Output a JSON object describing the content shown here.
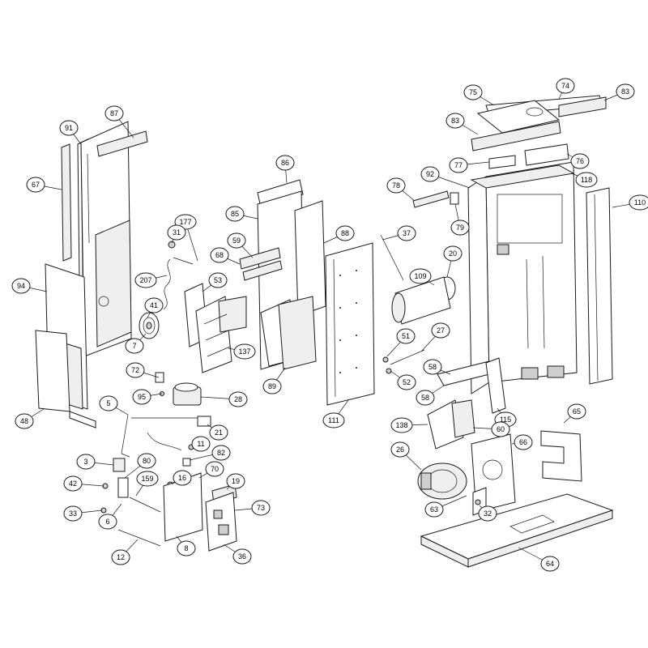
{
  "callouts": [
    {
      "label": "87"
    },
    {
      "label": "91"
    },
    {
      "label": "67"
    },
    {
      "label": "94"
    },
    {
      "label": "48"
    },
    {
      "label": "177"
    },
    {
      "label": "31"
    },
    {
      "label": "207"
    },
    {
      "label": "53"
    },
    {
      "label": "41"
    },
    {
      "label": "7"
    },
    {
      "label": "137"
    },
    {
      "label": "72"
    },
    {
      "label": "95"
    },
    {
      "label": "28"
    },
    {
      "label": "86"
    },
    {
      "label": "85"
    },
    {
      "label": "59"
    },
    {
      "label": "68"
    },
    {
      "label": "88"
    },
    {
      "label": "89"
    },
    {
      "label": "111"
    },
    {
      "label": "5"
    },
    {
      "label": "21"
    },
    {
      "label": "11"
    },
    {
      "label": "82"
    },
    {
      "label": "3"
    },
    {
      "label": "80"
    },
    {
      "label": "70"
    },
    {
      "label": "42"
    },
    {
      "label": "159"
    },
    {
      "label": "16"
    },
    {
      "label": "19"
    },
    {
      "label": "33"
    },
    {
      "label": "6"
    },
    {
      "label": "73"
    },
    {
      "label": "12"
    },
    {
      "label": "8"
    },
    {
      "label": "36"
    },
    {
      "label": "75"
    },
    {
      "label": "74"
    },
    {
      "label": "83"
    },
    {
      "label": "83"
    },
    {
      "label": "77"
    },
    {
      "label": "76"
    },
    {
      "label": "92"
    },
    {
      "label": "118"
    },
    {
      "label": "110"
    },
    {
      "label": "78"
    },
    {
      "label": "79"
    },
    {
      "label": "37"
    },
    {
      "label": "20"
    },
    {
      "label": "109"
    },
    {
      "label": "51"
    },
    {
      "label": "27"
    },
    {
      "label": "52"
    },
    {
      "label": "58"
    },
    {
      "label": "58"
    },
    {
      "label": "115"
    },
    {
      "label": "65"
    },
    {
      "label": "138"
    },
    {
      "label": "60"
    },
    {
      "label": "26"
    },
    {
      "label": "66"
    },
    {
      "label": "63"
    },
    {
      "label": "32"
    },
    {
      "label": "64"
    }
  ]
}
